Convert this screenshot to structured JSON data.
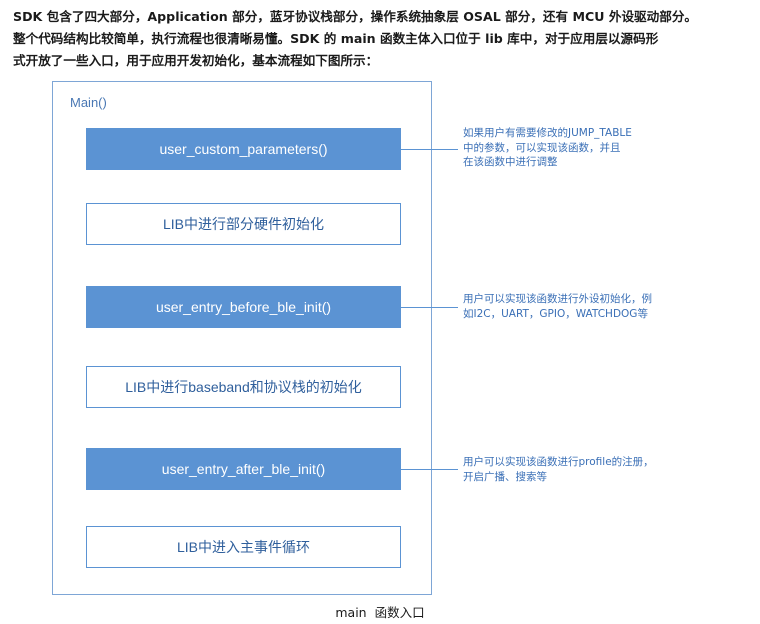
{
  "intro": {
    "lines": [
      "SDK 包含了四大部分，Application 部分，蓝牙协议栈部分，操作系统抽象层 OSAL 部分，还有 MCU 外设驱动部分。",
      "整个代码结构比较简单，执行流程也很清晰易懂。SDK 的 main  函数主体入口位于 lib 库中，对于应用层以源码形",
      "式开放了一些入口，用于应用开发初始化，基本流程如下图所示："
    ]
  },
  "diagram": {
    "title": "Main()",
    "steps": [
      {
        "label": "user_custom_parameters()",
        "style": "filled"
      },
      {
        "label": "LIB中进行部分硬件初始化",
        "style": "outline"
      },
      {
        "label": "user_entry_before_ble_init()",
        "style": "filled"
      },
      {
        "label": "LIB中进行baseband和协议栈的初始化",
        "style": "outline"
      },
      {
        "label": "user_entry_after_ble_init()",
        "style": "filled"
      },
      {
        "label": "LIB中进入主事件循环",
        "style": "outline"
      }
    ],
    "notes": [
      {
        "lines": [
          "如果用户有需要修改的JUMP_TABLE",
          "中的参数，可以实现该函数，并且",
          "在该函数中进行调整"
        ]
      },
      {
        "lines": [
          "用户可以实现该函数进行外设初始化，例",
          "如I2C，UART，GPIO，WATCHDOG等"
        ]
      },
      {
        "lines": [
          "用户可以实现该函数进行profile的注册，",
          "开启广播、搜索等"
        ]
      }
    ],
    "colors": {
      "frame": "#7ea6d6",
      "filled_box": "#5b93d3",
      "note_text": "#3a6fb6"
    }
  },
  "caption": {
    "name": "main",
    "text": "函数入口"
  }
}
